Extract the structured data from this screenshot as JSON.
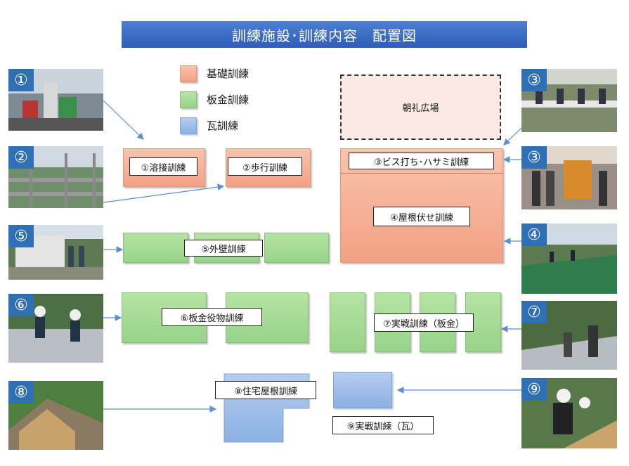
{
  "title": "訓練施設･訓練内容　配置図",
  "legend": [
    {
      "label": "基礎訓練",
      "color": "#f4ad93"
    },
    {
      "label": "板金訓練",
      "color": "#a6da95"
    },
    {
      "label": "瓦訓練",
      "color": "#9fbfea"
    }
  ],
  "areas": {
    "assembly": "朝礼広場",
    "welding": "①溶接訓練",
    "walking": "②歩行訓練",
    "screw": "③ビス打ち･ハサミ訓練",
    "roofing": "④屋根伏せ訓練",
    "wall": "⑤外壁訓練",
    "sheetmetal_parts": "⑥板金役物訓練",
    "practical_sheet": "⑦実戦訓練（板金）",
    "house_roof": "⑧住宅屋根訓練",
    "practical_tile": "⑨実戦訓練（瓦）"
  },
  "photo_badges": [
    "①",
    "②",
    "⑤",
    "⑥",
    "⑧",
    "③",
    "③",
    "④",
    "⑦",
    "⑨"
  ],
  "colors": {
    "title_bg": "#3a69c2",
    "badge": "#2f6fb3",
    "arrow": "#5b8fd0"
  }
}
